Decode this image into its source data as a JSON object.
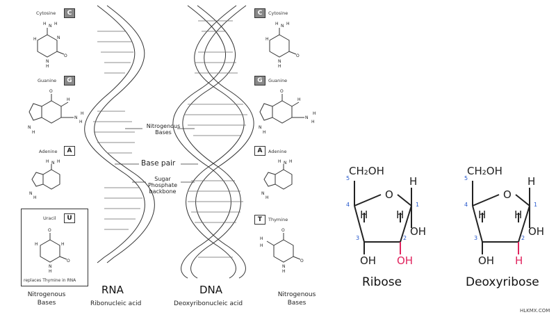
{
  "left_bases": {
    "cytosine": {
      "name": "Cytosine",
      "letter": "C"
    },
    "guanine": {
      "name": "Guanine",
      "letter": "G"
    },
    "adenine": {
      "name": "Adenine",
      "letter": "A"
    },
    "uracil": {
      "name": "Uracil",
      "letter": "U",
      "note": "replaces Thymine in RNA"
    }
  },
  "right_bases": {
    "cytosine": {
      "name": "Cytosine",
      "letter": "C"
    },
    "guanine": {
      "name": "Guanine",
      "letter": "G"
    },
    "adenine": {
      "name": "Adenine",
      "letter": "A"
    },
    "thymine": {
      "name": "Thymine",
      "letter": "T"
    }
  },
  "helix_labels": {
    "nitrogenous_bases": "Nitrogenous Bases",
    "base_pair": "Base pair",
    "backbone": "Sugar Phosphate backbone"
  },
  "rna": {
    "title": "RNA",
    "subtitle": "Ribonucleic acid"
  },
  "dna": {
    "title": "DNA",
    "subtitle": "Deoxyribonucleic acid"
  },
  "left_caption": "Nitrogenous Bases",
  "right_caption": "Nitrogenous Bases",
  "ribose": {
    "title": "Ribose",
    "ch2oh": "CH₂OH",
    "ring_o": "O",
    "h1": "H",
    "h4": "H",
    "h3": "H",
    "h2": "H",
    "oh2": "OH",
    "oh3": "OH",
    "oh2_bottom": "OH",
    "n5": "5",
    "n4": "4",
    "n3": "3",
    "n2": "2",
    "n1": "1"
  },
  "deoxyribose": {
    "title": "Deoxyribose",
    "ch2oh": "CH₂OH",
    "ring_o": "O",
    "h1": "H",
    "h4": "H",
    "h3": "H",
    "h2": "H",
    "oh2": "OH",
    "oh3": "OH",
    "h2_bottom": "H",
    "n5": "5",
    "n4": "4",
    "n3": "3",
    "n2": "2",
    "n1": "1"
  },
  "watermark": "HLKMX.COM",
  "colors": {
    "highlight": "#e0245e",
    "numbering": "#2255cc",
    "line": "#222222"
  }
}
